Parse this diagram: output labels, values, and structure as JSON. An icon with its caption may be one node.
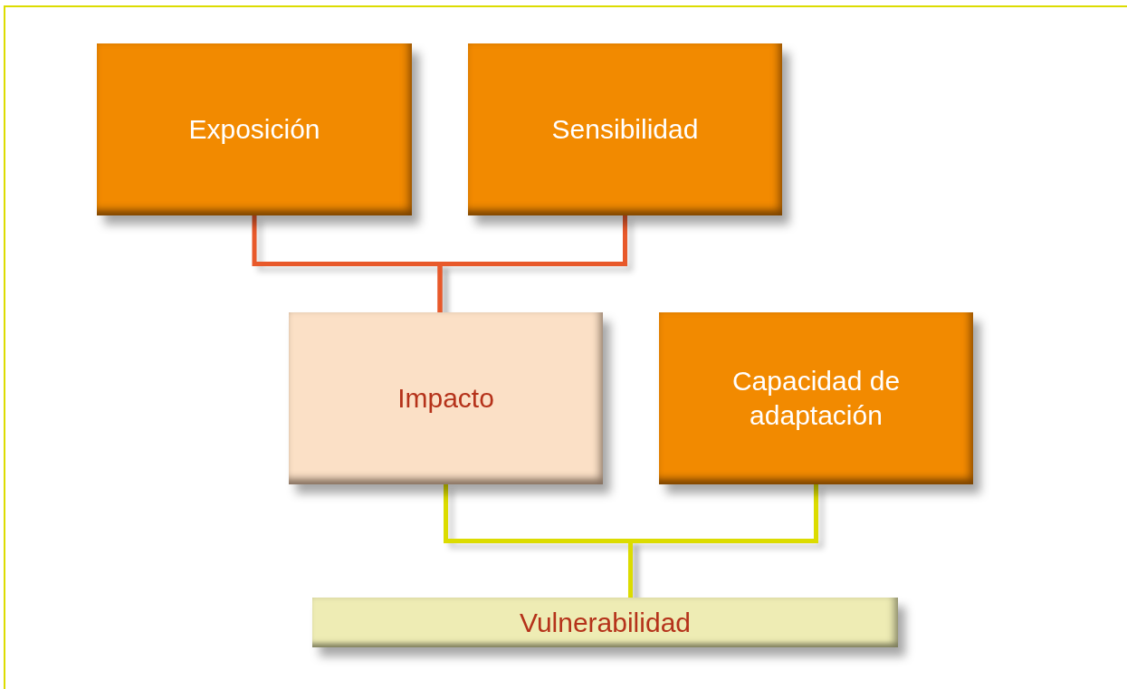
{
  "diagram": {
    "nodes": [
      {
        "text": [
          "Exposición"
        ]
      },
      {
        "text": [
          "Sensibilidad"
        ]
      },
      {
        "text": [
          "Impacto"
        ]
      },
      {
        "text": [
          "Capacidad de adaptación"
        ]
      },
      {
        "text": [
          "Vulnerabilidad"
        ]
      }
    ],
    "edges": [
      {
        "from": 0,
        "to": 2,
        "arrow": "none",
        "color": "#e8592a"
      },
      {
        "from": 1,
        "to": 2,
        "arrow": "none",
        "color": "#e8592a"
      },
      {
        "from": 2,
        "to": 4,
        "arrow": "none",
        "color": "#dcdc00"
      },
      {
        "from": 3,
        "to": 4,
        "arrow": "none",
        "color": "#dcdc00"
      }
    ]
  }
}
